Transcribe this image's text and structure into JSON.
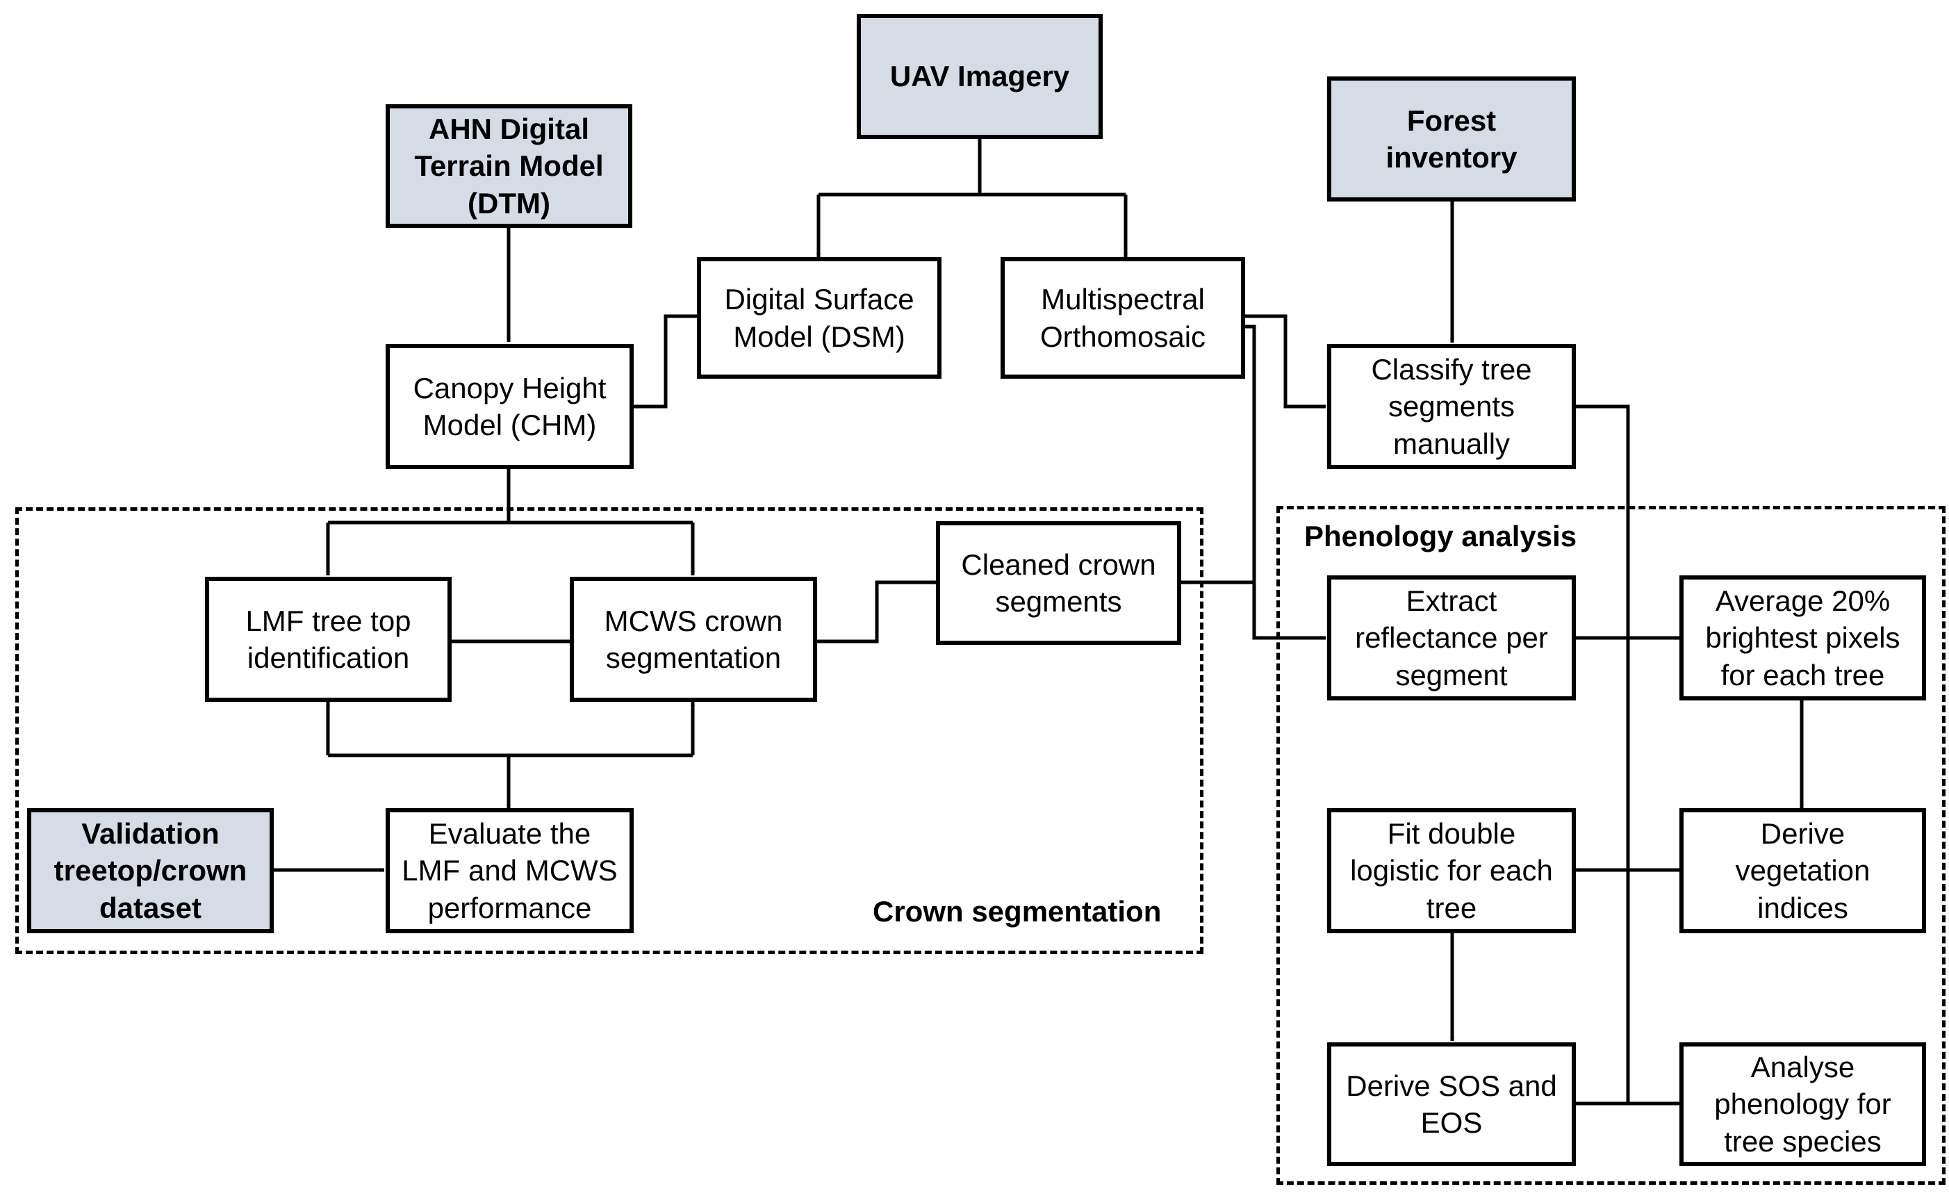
{
  "nodes": {
    "uav_imagery": "UAV Imagery",
    "ahn_dtm": "AHN Digital\nTerrain Model\n(DTM)",
    "forest_inventory": "Forest\ninventory",
    "dsm": "Digital Surface\nModel (DSM)",
    "multispectral": "Multispectral\nOrthomosaic",
    "chm": "Canopy Height\nModel (CHM)",
    "classify": "Classify tree\nsegments\nmanually",
    "lmf": "LMF tree top\nidentification",
    "mcws": "MCWS crown\nsegmentation",
    "cleaned": "Cleaned crown\nsegments",
    "validation": "Validation\ntreetop/crown\ndataset",
    "evaluate": "Evaluate the\nLMF and MCWS\nperformance",
    "extract": "Extract\nreflectance per\nsegment",
    "average": "Average 20%\nbrightest pixels\nfor each tree",
    "vegetation": "Derive\nvegetation\nindices",
    "fit": "Fit double\nlogistic for each\ntree",
    "sos_eos": "Derive SOS and\nEOS",
    "analyse": "Analyse\nphenology for\ntree species"
  },
  "groups": {
    "crown_segmentation": "Crown segmentation",
    "phenology_analysis": "Phenology analysis"
  },
  "colors": {
    "input_fill": "#d5dce6",
    "box_fill": "#ffffff",
    "stroke": "#000000"
  }
}
